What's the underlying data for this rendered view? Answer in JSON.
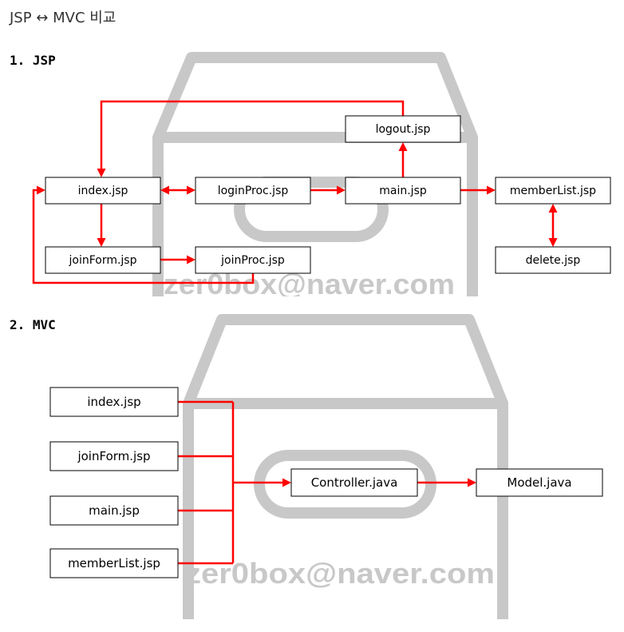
{
  "title": "JSP ↔ MVC 비교",
  "watermark_text": "zer0box@naver.com",
  "colors": {
    "arrow": "#ff0000",
    "box_border": "#000000",
    "watermark": "#c8c8c8",
    "title_text": "#333333"
  },
  "jsp": {
    "heading": "1. JSP",
    "nodes": {
      "logout": "logout.jsp",
      "index": "index.jsp",
      "login_proc": "loginProc.jsp",
      "main": "main.jsp",
      "member_list": "memberList.jsp",
      "join_form": "joinForm.jsp",
      "join_proc": "joinProc.jsp",
      "delete": "delete.jsp"
    }
  },
  "mvc": {
    "heading": "2. MVC",
    "nodes": {
      "index": "index.jsp",
      "join_form": "joinForm.jsp",
      "main": "main.jsp",
      "member_list": "memberList.jsp",
      "controller": "Controller.java",
      "model": "Model.java"
    }
  }
}
